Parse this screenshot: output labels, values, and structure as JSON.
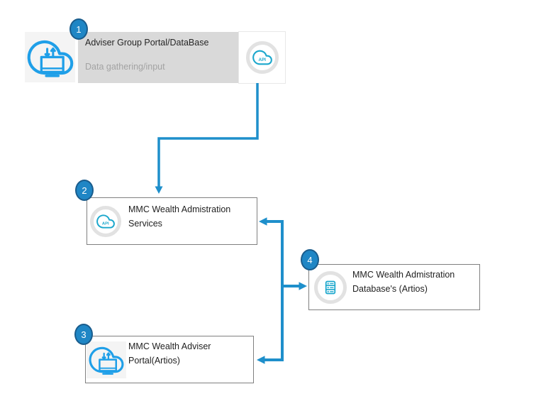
{
  "diagram_title": "",
  "colors": {
    "connector_blue": "#1e8fcb",
    "badge_fill": "#1f86c5",
    "badge_border": "#1a5c8c",
    "node_border": "#808080",
    "source_box_fill": "#d9d9d9",
    "source_title_color": "#262626",
    "source_subtitle_color": "#a3a3a3",
    "icon_blue": "#1f9fe8",
    "icon_teal": "#1ba7cc",
    "ring_gray": "#e2e2e2"
  },
  "nodes": {
    "source": {
      "badge": "1",
      "title": "Adviser Group Portal/DataBase",
      "subtitle": "Data gathering/input"
    },
    "services": {
      "badge": "2",
      "line1": "MMC Wealth Admistration",
      "line2": "Services"
    },
    "adviser_portal": {
      "badge": "3",
      "line1": "MMC Wealth Adviser",
      "line2": "Portal(Artios)"
    },
    "databases": {
      "badge": "4",
      "line1": "MMC Wealth Admistration",
      "line2": "Database's (Artios)"
    }
  },
  "icons": {
    "api_label": "API",
    "source_icon": "cloud-sync-monitor",
    "services_icon": "api-cloud",
    "databases_icon": "server-stack",
    "adviser_portal_icon": "cloud-sync-monitor"
  },
  "connections": [
    {
      "from": "source",
      "to": "services",
      "direction": "down"
    },
    {
      "from": "junction",
      "to": "services",
      "direction": "left"
    },
    {
      "from": "junction",
      "to": "databases",
      "direction": "right"
    },
    {
      "from": "junction",
      "to": "adviser_portal",
      "direction": "left"
    }
  ]
}
